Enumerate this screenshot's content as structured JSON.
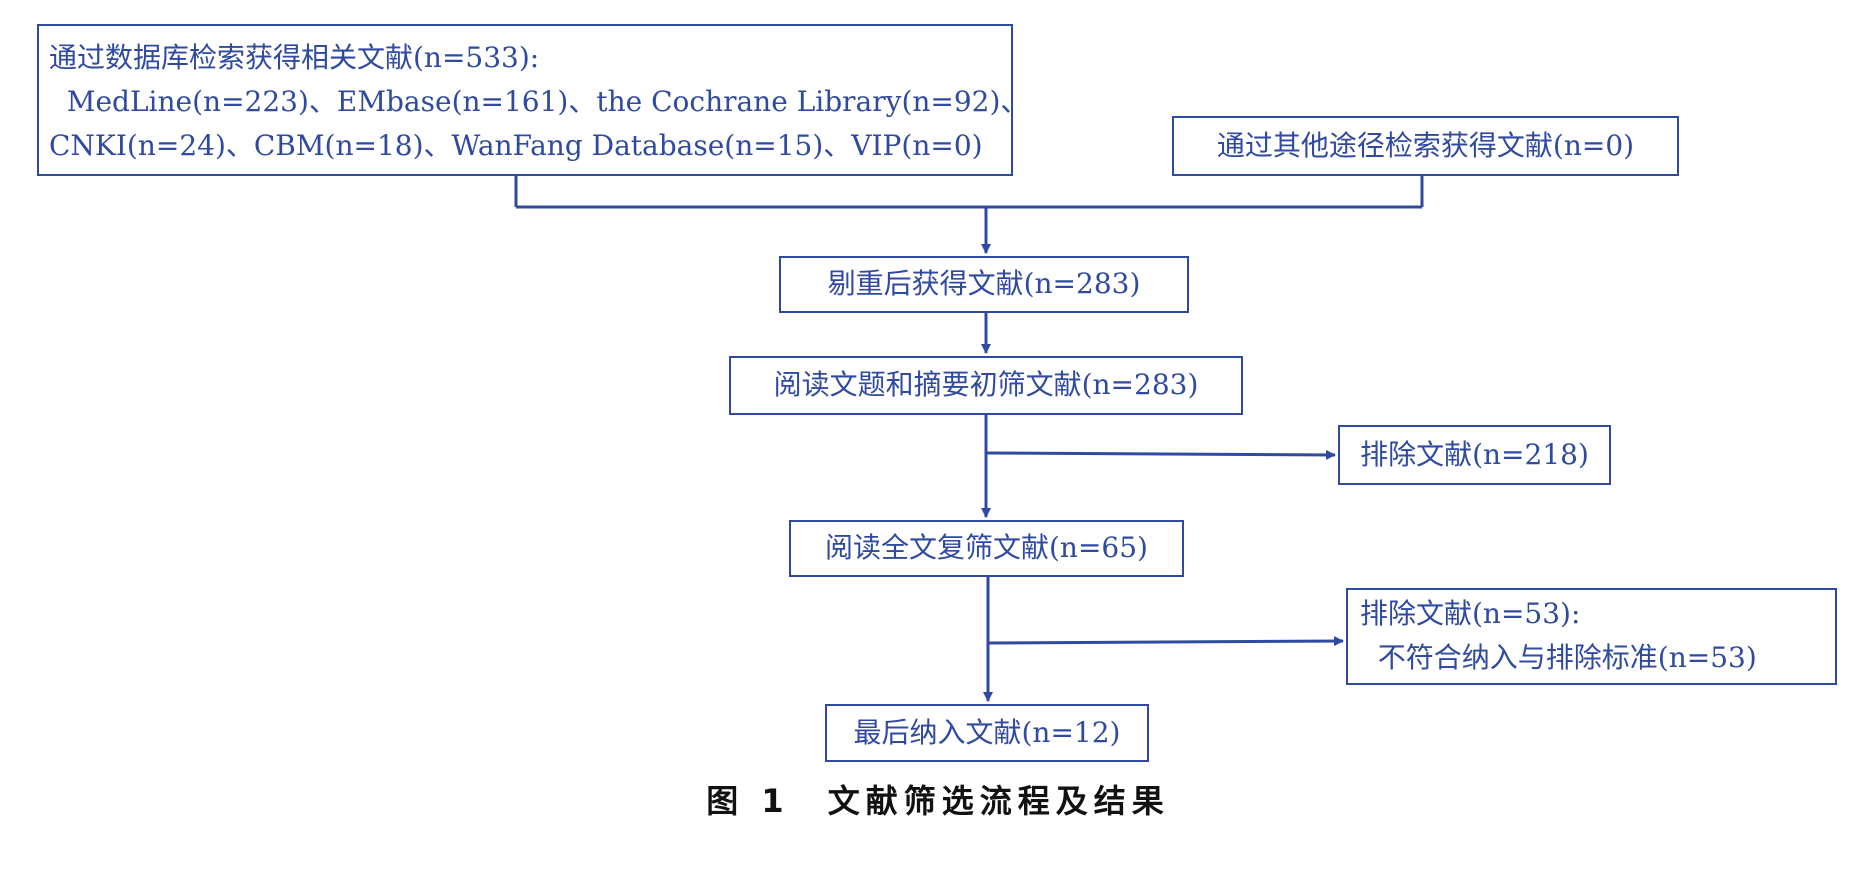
{
  "diagram": {
    "colors": {
      "stroke": "#2f4aa0",
      "text": "#2f4aa0",
      "caption": "#111111"
    },
    "boxes": {
      "database_search": {
        "lines": [
          "通过数据库检索获得相关文献(n=533):",
          "  MedLine(n=223)、EMbase(n=161)、the Cochrane Library(n=92)、",
          "CNKI(n=24)、CBM(n=18)、WanFang Database(n=15)、VIP(n=0)"
        ]
      },
      "other_search": {
        "lines": [
          "通过其他途径检索获得文献(n=0)"
        ]
      },
      "after_dedup": {
        "lines": [
          "剔重后获得文献(n=283)"
        ]
      },
      "title_abstract_screen": {
        "lines": [
          "阅读文题和摘要初筛文献(n=283)"
        ]
      },
      "excluded_first": {
        "lines": [
          "排除文献(n=218)"
        ]
      },
      "fulltext_screen": {
        "lines": [
          "阅读全文复筛文献(n=65)"
        ]
      },
      "excluded_second": {
        "lines": [
          "排除文献(n=53):",
          "  不符合纳入与排除标准(n=53)"
        ]
      },
      "final_included": {
        "lines": [
          "最后纳入文献(n=12)"
        ]
      }
    },
    "caption": {
      "figure_number": "图 1",
      "title": "文献筛选流程及结果"
    }
  }
}
